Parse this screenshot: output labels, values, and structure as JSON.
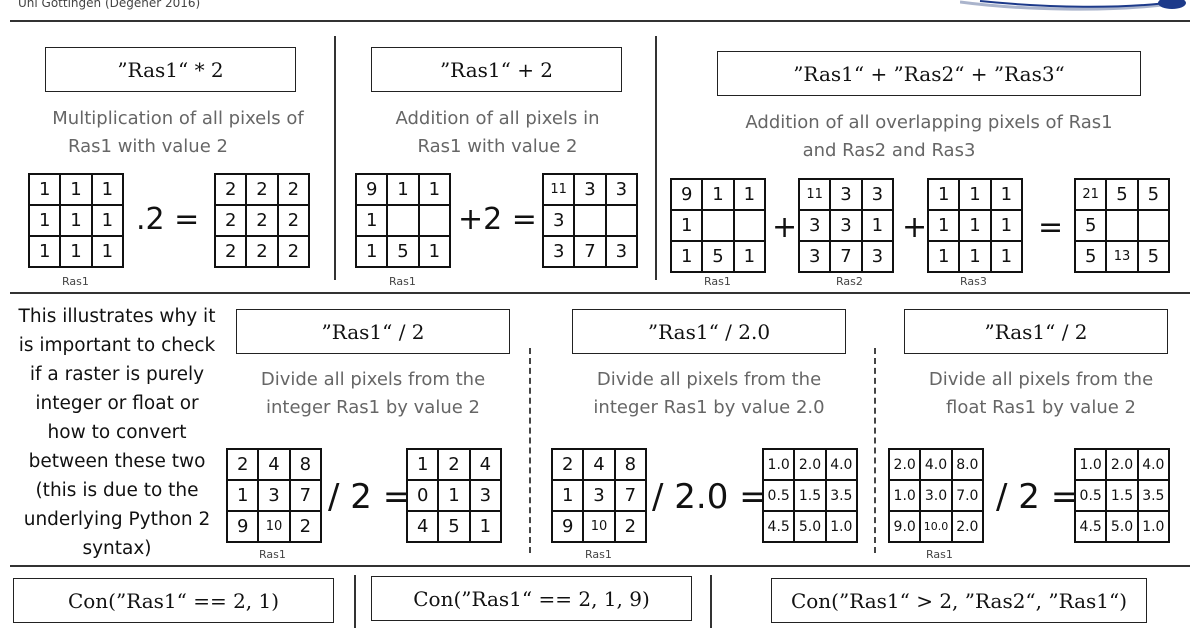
{
  "header": {
    "source": "Uni Göttingen (Degener 2016)"
  },
  "row1": {
    "panels": [
      {
        "formula": "”Ras1“ * 2",
        "desc": [
          "Multiplication of all pixels of",
          "Ras1 with value 2"
        ],
        "ops": [
          ".2 =",
          ""
        ],
        "grids": [
          {
            "label": "Ras1",
            "cells": [
              [
                "1",
                "1",
                "1"
              ],
              [
                "1",
                "1",
                "1"
              ],
              [
                "1",
                "1",
                "1"
              ]
            ]
          },
          {
            "label": "",
            "cells": [
              [
                "2",
                "2",
                "2"
              ],
              [
                "2",
                "2",
                "2"
              ],
              [
                "2",
                "2",
                "2"
              ]
            ]
          }
        ]
      },
      {
        "formula": "”Ras1“ + 2",
        "desc": [
          "Addition of all pixels in",
          "Ras1 with value 2"
        ],
        "ops": [
          "+2 ="
        ],
        "grids": [
          {
            "label": "Ras1",
            "cells": [
              [
                "9",
                "1",
                "1"
              ],
              [
                "1",
                "",
                ""
              ],
              [
                "1",
                "5",
                "1"
              ]
            ]
          },
          {
            "label": "",
            "cells": [
              [
                "11",
                "3",
                "3"
              ],
              [
                "3",
                "",
                ""
              ],
              [
                "3",
                "7",
                "3"
              ]
            ]
          }
        ]
      },
      {
        "formula": "”Ras1“ + ”Ras2“ + ”Ras3“",
        "desc": [
          "Addition of all overlapping pixels of Ras1",
          "and Ras2 and Ras3"
        ],
        "ops": [
          "+",
          "+",
          "="
        ],
        "grids": [
          {
            "label": "Ras1",
            "cells": [
              [
                "9",
                "1",
                "1"
              ],
              [
                "1",
                "",
                ""
              ],
              [
                "1",
                "5",
                "1"
              ]
            ]
          },
          {
            "label": "Ras2",
            "cells": [
              [
                "11",
                "3",
                "3"
              ],
              [
                "3",
                "3",
                "1"
              ],
              [
                "3",
                "7",
                "3"
              ]
            ]
          },
          {
            "label": "Ras3",
            "cells": [
              [
                "1",
                "1",
                "1"
              ],
              [
                "1",
                "1",
                "1"
              ],
              [
                "1",
                "1",
                "1"
              ]
            ]
          },
          {
            "label": "",
            "cells": [
              [
                "21",
                "5",
                "5"
              ],
              [
                "5",
                "",
                ""
              ],
              [
                "5",
                "13",
                "5"
              ]
            ]
          }
        ]
      }
    ]
  },
  "row2": {
    "note": [
      "This illustrates why it",
      "is important to check",
      "if a raster is purely",
      "integer or float or",
      "how to convert",
      "between these two",
      "(this is due to the",
      "underlying Python 2",
      "syntax)"
    ],
    "panels": [
      {
        "formula": "”Ras1“ / 2",
        "desc": [
          "Divide all pixels from the",
          "integer Ras1 by value 2"
        ],
        "op": "/ 2 =",
        "grids": [
          {
            "label": "Ras1",
            "cells": [
              [
                "2",
                "4",
                "8"
              ],
              [
                "1",
                "3",
                "7"
              ],
              [
                "9",
                "10",
                "2"
              ]
            ]
          },
          {
            "label": "",
            "cells": [
              [
                "1",
                "2",
                "4"
              ],
              [
                "0",
                "1",
                "3"
              ],
              [
                "4",
                "5",
                "1"
              ]
            ]
          }
        ]
      },
      {
        "formula": "”Ras1“ / 2.0",
        "desc": [
          "Divide all pixels from the",
          "integer Ras1 by value 2.0"
        ],
        "op": "/ 2.0 =",
        "grids": [
          {
            "label": "Ras1",
            "cells": [
              [
                "2",
                "4",
                "8"
              ],
              [
                "1",
                "3",
                "7"
              ],
              [
                "9",
                "10",
                "2"
              ]
            ]
          },
          {
            "label": "",
            "cells": [
              [
                "1.0",
                "2.0",
                "4.0"
              ],
              [
                "0.5",
                "1.5",
                "3.5"
              ],
              [
                "4.5",
                "5.0",
                "1.0"
              ]
            ]
          }
        ]
      },
      {
        "formula": "”Ras1“ / 2",
        "desc": [
          "Divide all pixels from the",
          "float Ras1 by value 2"
        ],
        "op": "/ 2 =",
        "grids": [
          {
            "label": "Ras1",
            "cells": [
              [
                "2.0",
                "4.0",
                "8.0"
              ],
              [
                "1.0",
                "3.0",
                "7.0"
              ],
              [
                "9.0",
                "10.0",
                "2.0"
              ]
            ]
          },
          {
            "label": "",
            "cells": [
              [
                "1.0",
                "2.0",
                "4.0"
              ],
              [
                "0.5",
                "1.5",
                "3.5"
              ],
              [
                "4.5",
                "5.0",
                "1.0"
              ]
            ]
          }
        ]
      }
    ]
  },
  "row3": {
    "formulas": [
      "Con(”Ras1“ == 2, 1)",
      "Con(”Ras1“ == 2, 1, 9)",
      "Con(”Ras1“ > 2, ”Ras2“, ”Ras1“)"
    ]
  }
}
